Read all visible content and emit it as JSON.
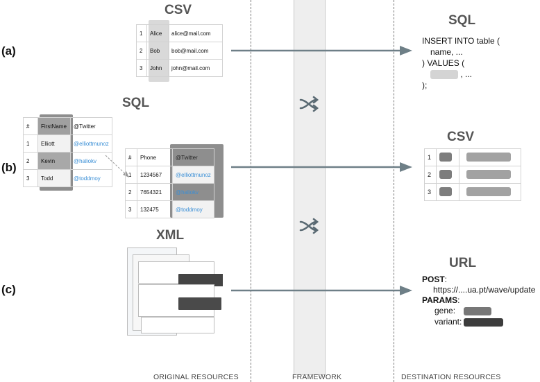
{
  "labels": {
    "a": "(a)",
    "b": "(b)",
    "c": "(c)"
  },
  "titles": {
    "csv_src": "CSV",
    "sql_src": "SQL",
    "xml_src": "XML",
    "sql_dst": "SQL",
    "csv_dst": "CSV",
    "url_dst": "URL"
  },
  "footer": {
    "original": "ORIGINAL RESOURCES",
    "framework": "FRAMEWORK",
    "destination": "DESTINATION RESOURCES"
  },
  "csv_rows": [
    {
      "n": "1",
      "name": "Alice",
      "email": "alice@mail.com"
    },
    {
      "n": "2",
      "name": "Bob",
      "email": "bob@mail.com"
    },
    {
      "n": "3",
      "name": "John",
      "email": "john@mail.com"
    }
  ],
  "sql_table1": {
    "headers": [
      "#",
      "FirstName",
      "@Twitter"
    ],
    "rows": [
      {
        "n": "1",
        "name": "Elliott",
        "tw": "@elliottmunoz"
      },
      {
        "n": "2",
        "name": "Kevin",
        "tw": "@haliokv"
      },
      {
        "n": "3",
        "name": "Todd",
        "tw": "@toddmoy"
      }
    ]
  },
  "sql_table2": {
    "headers": [
      "#",
      "Phone",
      "@Twitter"
    ],
    "rows": [
      {
        "n": "1",
        "phone": "1234567",
        "tw": "@elliottmunoz"
      },
      {
        "n": "2",
        "phone": "7654321",
        "tw": "@haliokv"
      },
      {
        "n": "3",
        "phone": "132475",
        "tw": "@toddmoy"
      }
    ]
  },
  "sql_dst": {
    "line1": "INSERT INTO table (",
    "line2": "name, ...",
    "line3": ") VALUES (",
    "line4_suffix": ", ...",
    "line5": ");"
  },
  "csv_dst_rows": [
    "1",
    "2",
    "3"
  ],
  "url_dst": {
    "post_label": "POST",
    "colon": ":",
    "url": "https://....ua.pt/wave/update",
    "params_label": "PARAMS",
    "gene": "gene:",
    "variant": "variant:"
  },
  "colors": {
    "arrow": "#6e7f87",
    "shuffle": "#5a6a73"
  },
  "icons": {
    "framework": "shuffle-icon"
  }
}
